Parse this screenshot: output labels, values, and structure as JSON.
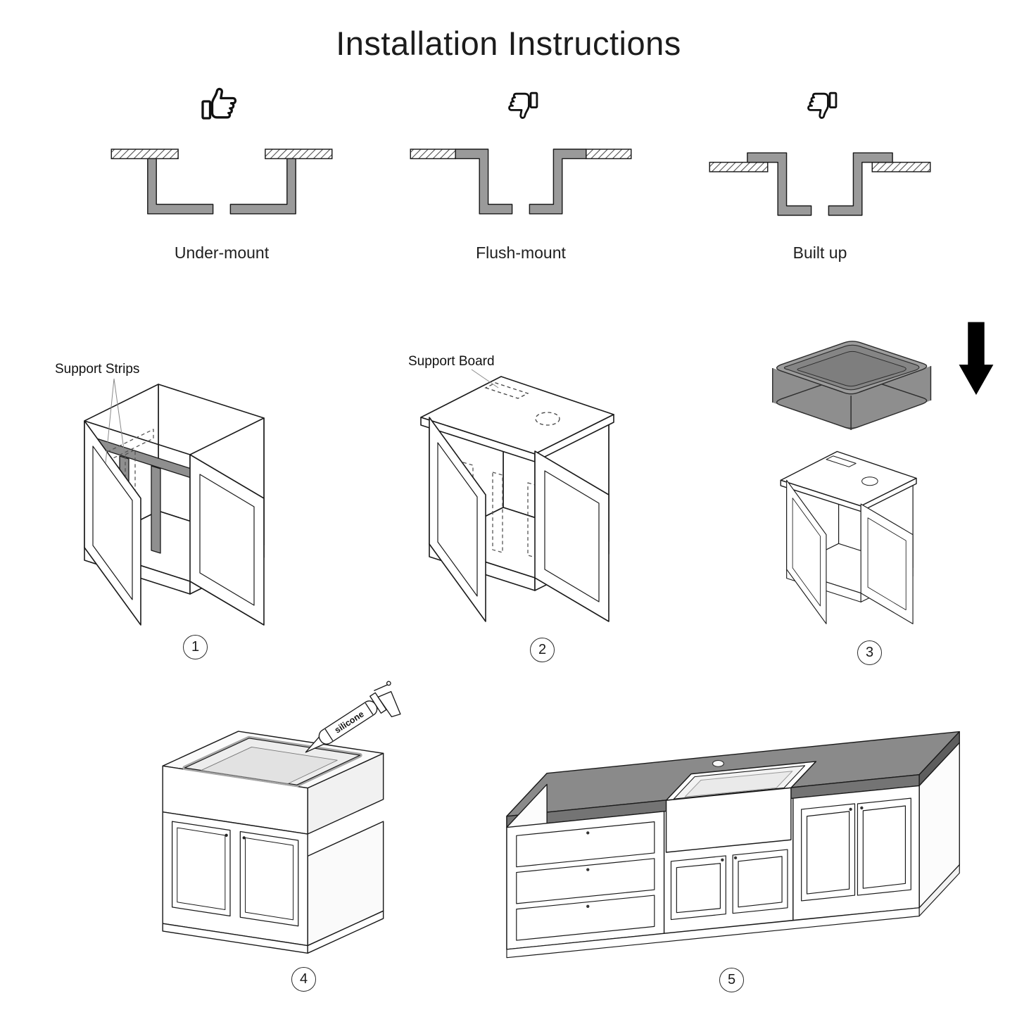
{
  "title": "Installation Instructions",
  "mount_options": [
    {
      "label": "Under-mount",
      "thumb": "up"
    },
    {
      "label": "Flush-mount",
      "thumb": "down"
    },
    {
      "label": "Built up",
      "thumb": "down"
    }
  ],
  "steps": [
    {
      "number": "1",
      "annotation": "Support Strips"
    },
    {
      "number": "2",
      "annotation": "Support Board"
    },
    {
      "number": "3",
      "annotation": ""
    },
    {
      "number": "4",
      "annotation": "silicone"
    },
    {
      "number": "5",
      "annotation": ""
    }
  ],
  "colors": {
    "line": "#1a1a1a",
    "support_strip_gray": "#8f8f8f",
    "sink_gray": "#8e8e8e",
    "countertop_gray": "#8a8a8a"
  }
}
